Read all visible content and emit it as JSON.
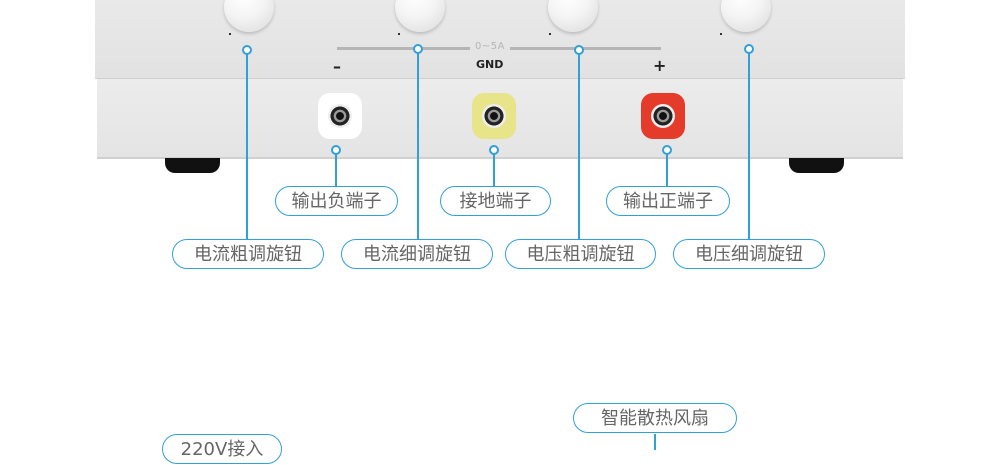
{
  "panel": {
    "range_label": "0~5A",
    "minus_sign": "–",
    "gnd_label": "GND",
    "plus_sign": "+"
  },
  "terminals": {
    "negative_color": "#ffffff",
    "ground_color": "#e7e48a",
    "positive_color": "#e43b2a"
  },
  "callouts": {
    "output_negative": "输出负端子",
    "ground": "接地端子",
    "output_positive": "输出正端子",
    "current_coarse_knob": "电流粗调旋钮",
    "current_fine_knob": "电流细调旋钮",
    "voltage_coarse_knob": "电压粗调旋钮",
    "voltage_fine_knob": "电压细调旋钮",
    "fan": "智能散热风扇",
    "power_input": "220V接入"
  },
  "accent_color": "#32a0d8"
}
